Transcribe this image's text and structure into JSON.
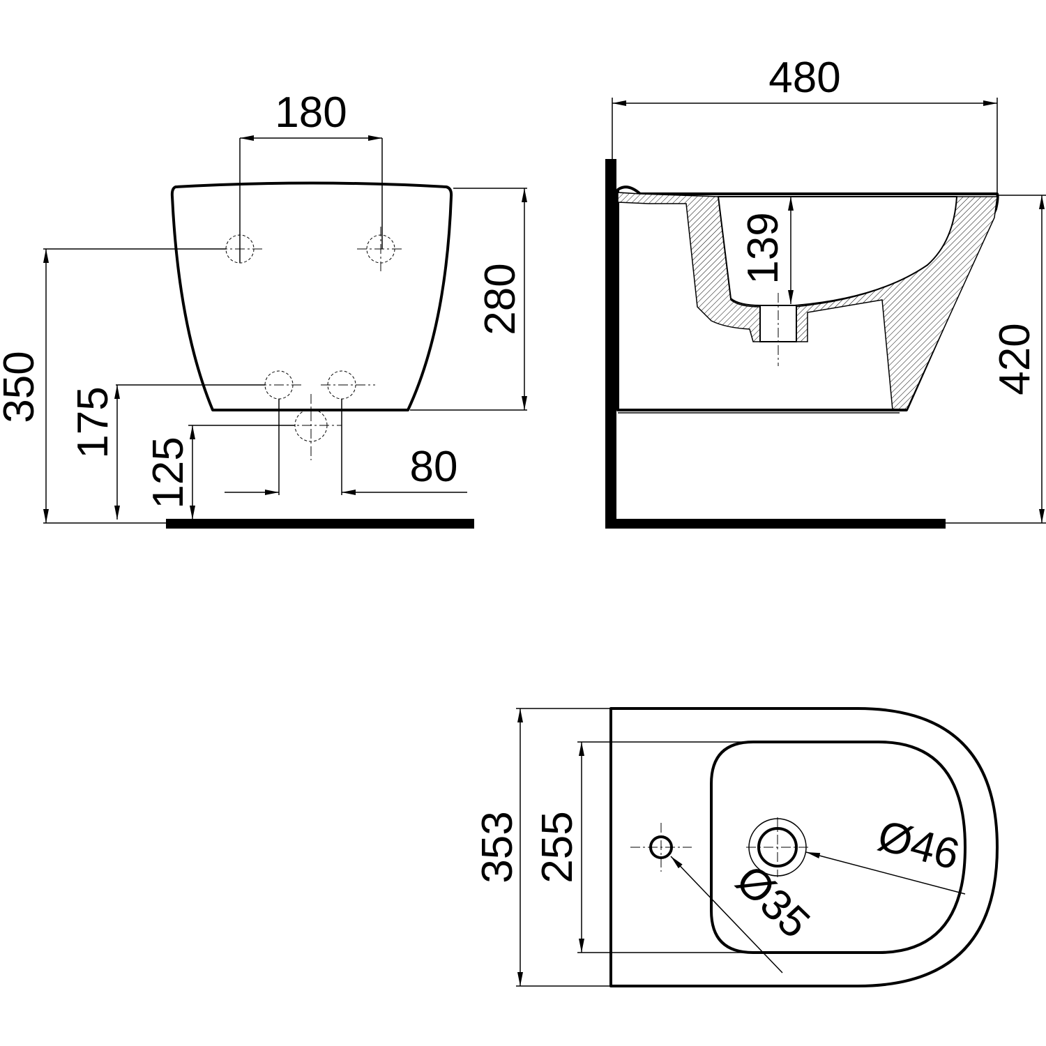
{
  "drawing": {
    "front_view": {
      "dimensions": {
        "fixing_spacing": "180",
        "height": "280",
        "fixing_height": "350",
        "supply_height": "175",
        "drain_height": "125",
        "offset": "80"
      }
    },
    "side_view": {
      "dimensions": {
        "depth": "480",
        "bowl_depth": "139",
        "rim_height": "420"
      }
    },
    "top_view": {
      "dimensions": {
        "width": "353",
        "bowl_width": "255",
        "drain_diameter": "Ø46",
        "tap_hole_diameter": "Ø35"
      }
    }
  }
}
